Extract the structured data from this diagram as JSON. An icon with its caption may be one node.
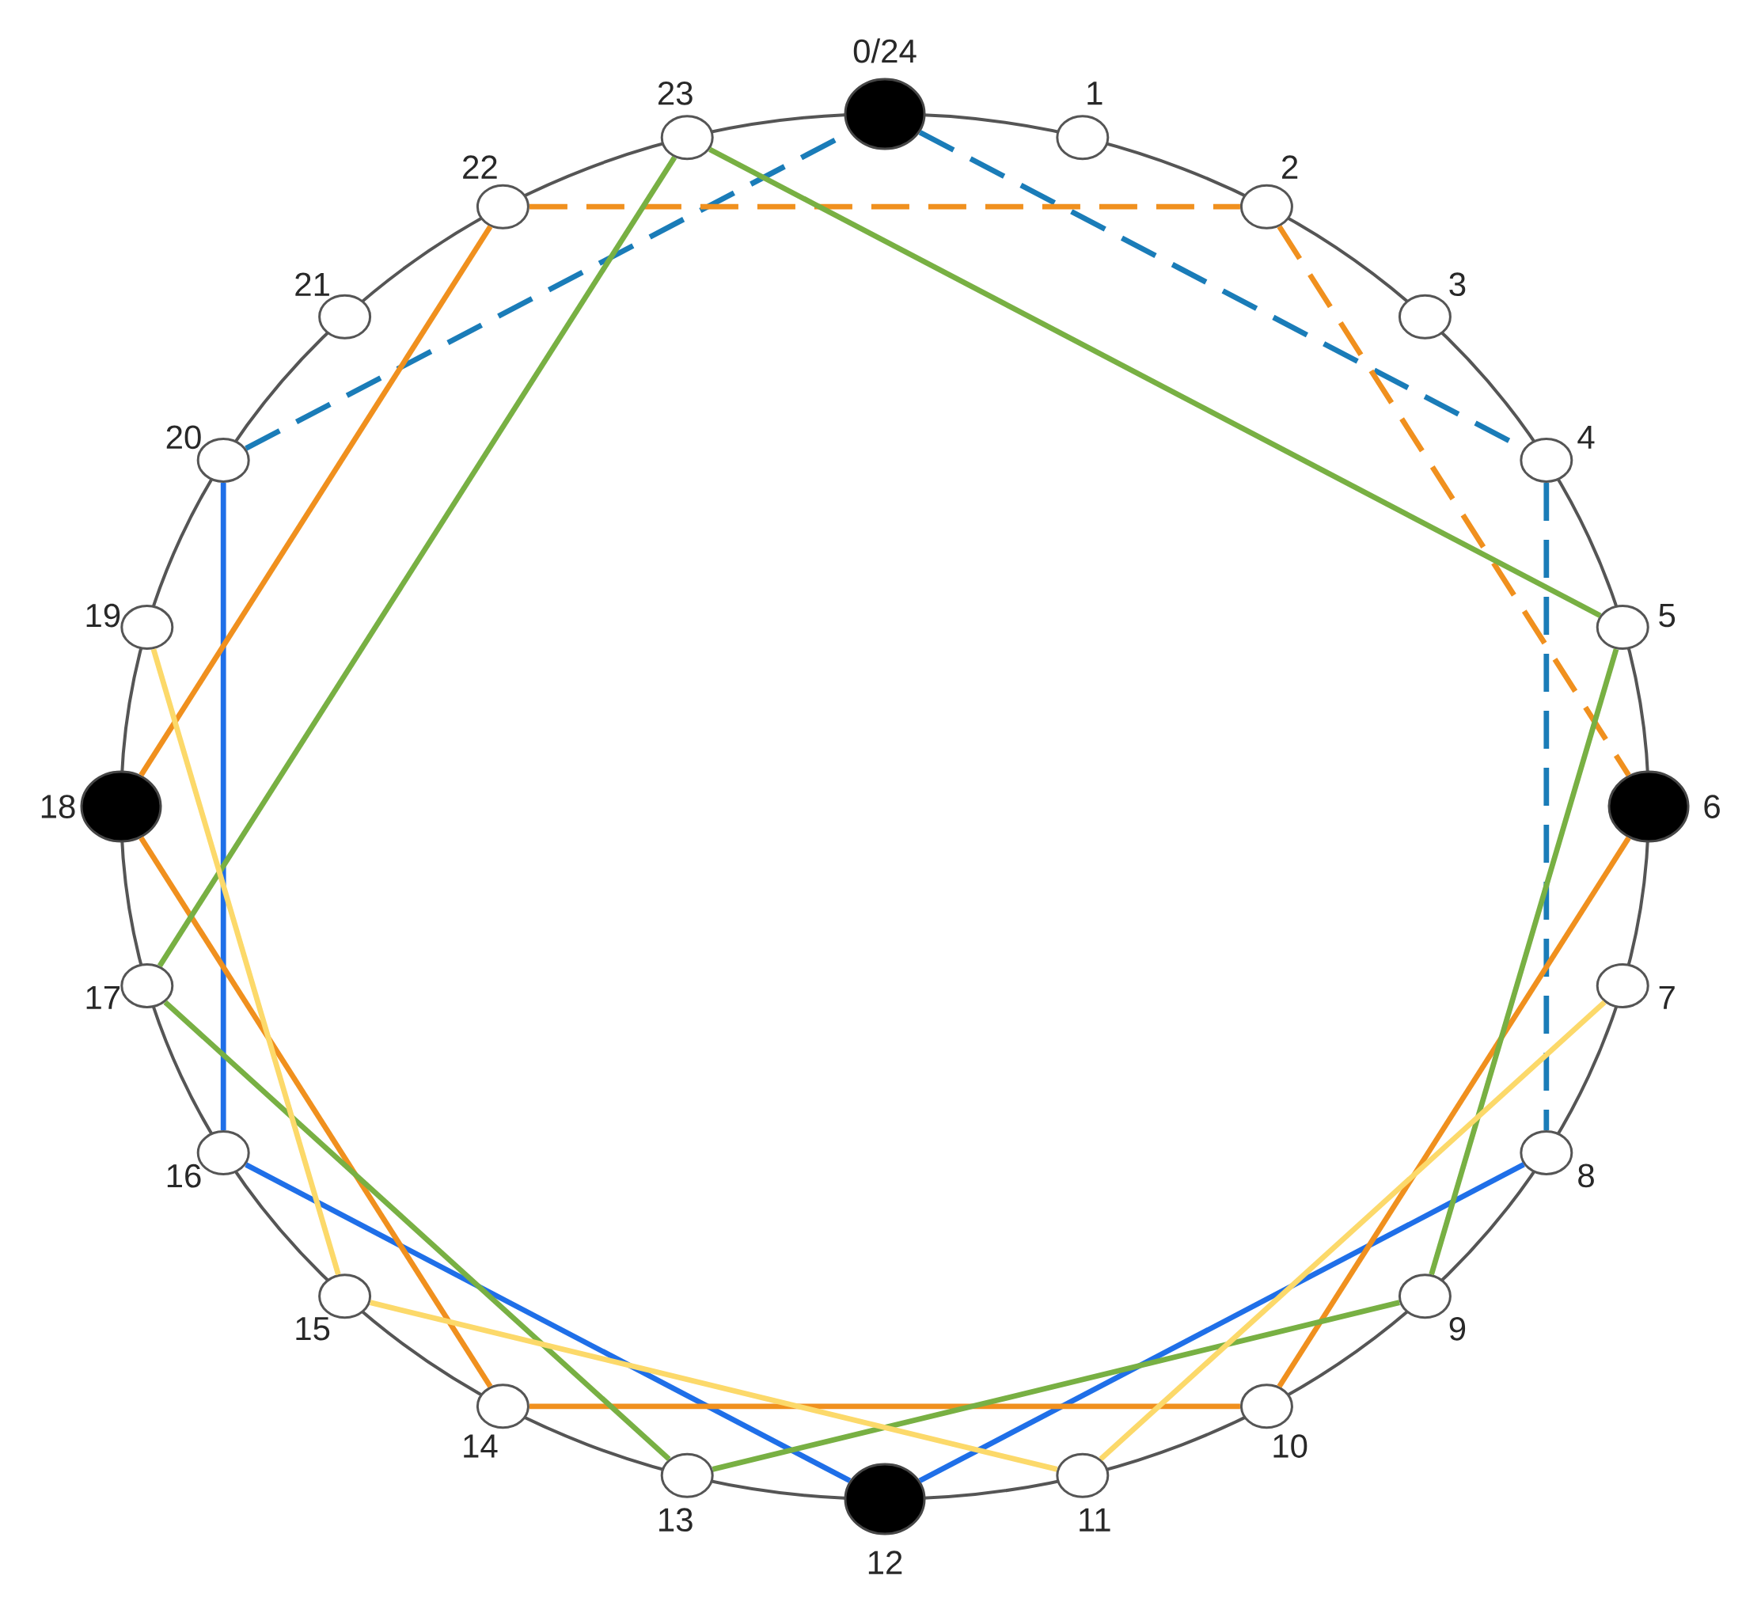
{
  "diagram": {
    "nodes": [
      {
        "text": [],
        "shape": "dot",
        "beside": [
          "0/24"
        ]
      },
      {
        "text": [],
        "shape": "circle",
        "beside": [
          "1"
        ]
      },
      {
        "text": [],
        "shape": "circle",
        "beside": [
          "2"
        ]
      },
      {
        "text": [],
        "shape": "circle",
        "beside": [
          "3"
        ]
      },
      {
        "text": [],
        "shape": "circle",
        "beside": [
          "4"
        ]
      },
      {
        "text": [],
        "shape": "circle",
        "beside": [
          "5"
        ]
      },
      {
        "text": [],
        "shape": "dot",
        "beside": [
          "6"
        ]
      },
      {
        "text": [],
        "shape": "circle",
        "beside": [
          "7"
        ]
      },
      {
        "text": [],
        "shape": "circle",
        "beside": [
          "8"
        ]
      },
      {
        "text": [],
        "shape": "circle",
        "beside": [
          "9"
        ]
      },
      {
        "text": [],
        "shape": "circle",
        "beside": [
          "10"
        ]
      },
      {
        "text": [],
        "shape": "circle",
        "beside": [
          "11"
        ]
      },
      {
        "text": [],
        "shape": "dot",
        "beside": [
          "12"
        ]
      },
      {
        "text": [],
        "shape": "circle",
        "beside": [
          "13"
        ]
      },
      {
        "text": [],
        "shape": "circle",
        "beside": [
          "14"
        ]
      },
      {
        "text": [],
        "shape": "circle",
        "beside": [
          "15"
        ]
      },
      {
        "text": [],
        "shape": "circle",
        "beside": [
          "16"
        ]
      },
      {
        "text": [],
        "shape": "circle",
        "beside": [
          "17"
        ]
      },
      {
        "text": [],
        "shape": "dot",
        "beside": [
          "18"
        ]
      },
      {
        "text": [],
        "shape": "circle",
        "beside": [
          "19"
        ]
      },
      {
        "text": [],
        "shape": "circle",
        "beside": [
          "20"
        ]
      },
      {
        "text": [],
        "shape": "circle",
        "beside": [
          "21"
        ]
      },
      {
        "text": [],
        "shape": "circle",
        "beside": [
          "22"
        ]
      },
      {
        "text": [],
        "shape": "circle",
        "beside": [
          "23"
        ]
      }
    ],
    "edges": [
      {
        "from": 20,
        "to": 0,
        "arrow": "none",
        "style": "dashed",
        "color": "#1a7cb8"
      },
      {
        "from": 0,
        "to": 4,
        "arrow": "none",
        "style": "dashed",
        "color": "#1a7cb8"
      },
      {
        "from": 4,
        "to": 8,
        "arrow": "none",
        "style": "dashed",
        "color": "#1a7cb8"
      },
      {
        "from": 20,
        "to": 16,
        "arrow": "none",
        "color": "#1f6fe8"
      },
      {
        "from": 16,
        "to": 12,
        "arrow": "none",
        "color": "#1f6fe8"
      },
      {
        "from": 12,
        "to": 8,
        "arrow": "none",
        "color": "#1f6fe8"
      },
      {
        "from": 22,
        "to": 2,
        "arrow": "none",
        "style": "dashed",
        "color": "#f0901e"
      },
      {
        "from": 2,
        "to": 6,
        "arrow": "none",
        "style": "dashed",
        "color": "#f0901e"
      },
      {
        "from": 6,
        "to": 10,
        "arrow": "none",
        "color": "#f0901e"
      },
      {
        "from": 10,
        "to": 14,
        "arrow": "none",
        "color": "#f0901e"
      },
      {
        "from": 14,
        "to": 18,
        "arrow": "none",
        "color": "#f0901e"
      },
      {
        "from": 18,
        "to": 22,
        "arrow": "none",
        "color": "#f0901e"
      },
      {
        "from": 23,
        "to": 5,
        "arrow": "none",
        "color": "#78b043"
      },
      {
        "from": 5,
        "to": 9,
        "arrow": "none",
        "color": "#78b043"
      },
      {
        "from": 9,
        "to": 13,
        "arrow": "none",
        "color": "#78b043"
      },
      {
        "from": 13,
        "to": 17,
        "arrow": "none",
        "color": "#78b043"
      },
      {
        "from": 17,
        "to": 23,
        "arrow": "none",
        "color": "#78b043"
      },
      {
        "from": 19,
        "to": 15,
        "arrow": "none",
        "color": "#fcd96a"
      },
      {
        "from": 15,
        "to": 11,
        "arrow": "none",
        "color": "#fcd96a"
      },
      {
        "from": 11,
        "to": 7,
        "arrow": "none",
        "color": "#fcd96a"
      }
    ]
  }
}
